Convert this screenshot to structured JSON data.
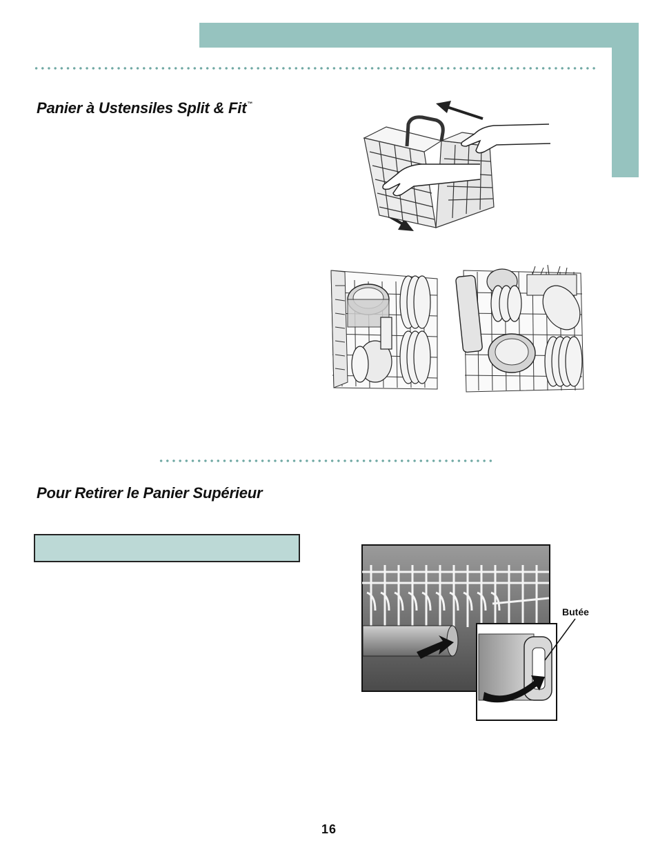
{
  "sections": [
    {
      "title": "Panier à Ustensiles Split & Fit",
      "trademark": "™"
    },
    {
      "title": "Pour Retirer le Panier Supérieur"
    }
  ],
  "figures": {
    "rack_removal": {
      "callout_label": "Butée"
    }
  },
  "footer": {
    "page_number": "16"
  },
  "colors": {
    "accent": "#96c3bf",
    "note_box": "#bcd9d6",
    "dots": "#6fa8a3"
  }
}
